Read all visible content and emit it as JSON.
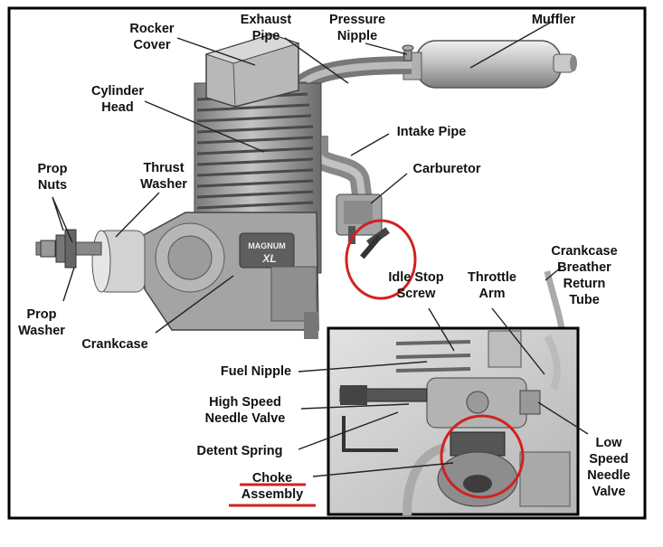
{
  "labels": {
    "rocker_cover": "Rocker\nCover",
    "exhaust_pipe": "Exhaust\nPipe",
    "pressure_nipple": "Pressure\nNipple",
    "muffler": "Muffler",
    "cylinder_head": "Cylinder\nHead",
    "intake_pipe": "Intake Pipe",
    "carburetor": "Carburetor",
    "prop_nuts": "Prop\nNuts",
    "thrust_washer": "Thrust\nWasher",
    "crankcase_breather": "Crankcase\nBreather\nReturn\nTube",
    "idle_stop_screw": "Idle Stop\nScrew",
    "throttle_arm": "Throttle\nArm",
    "prop_washer": "Prop\nWasher",
    "crankcase": "Crankcase",
    "fuel_nipple": "Fuel Nipple",
    "high_speed_needle": "High Speed\nNeedle Valve",
    "detent_spring": "Detent Spring",
    "choke_assembly": "Choke\nAssembly",
    "low_speed_needle": "Low\nSpeed\nNeedle\nValve"
  },
  "engine_badge": {
    "line1": "MAGNUM",
    "line2": "XL"
  },
  "colors": {
    "frame": "#000000",
    "highlight_circle": "#d42020",
    "underline": "#d42020",
    "metal_dark": "#6e6e6e",
    "metal_mid": "#9a9a9a",
    "metal_light": "#c8c8c8",
    "background": "#ffffff",
    "inset_background": "#d9d9d9"
  }
}
